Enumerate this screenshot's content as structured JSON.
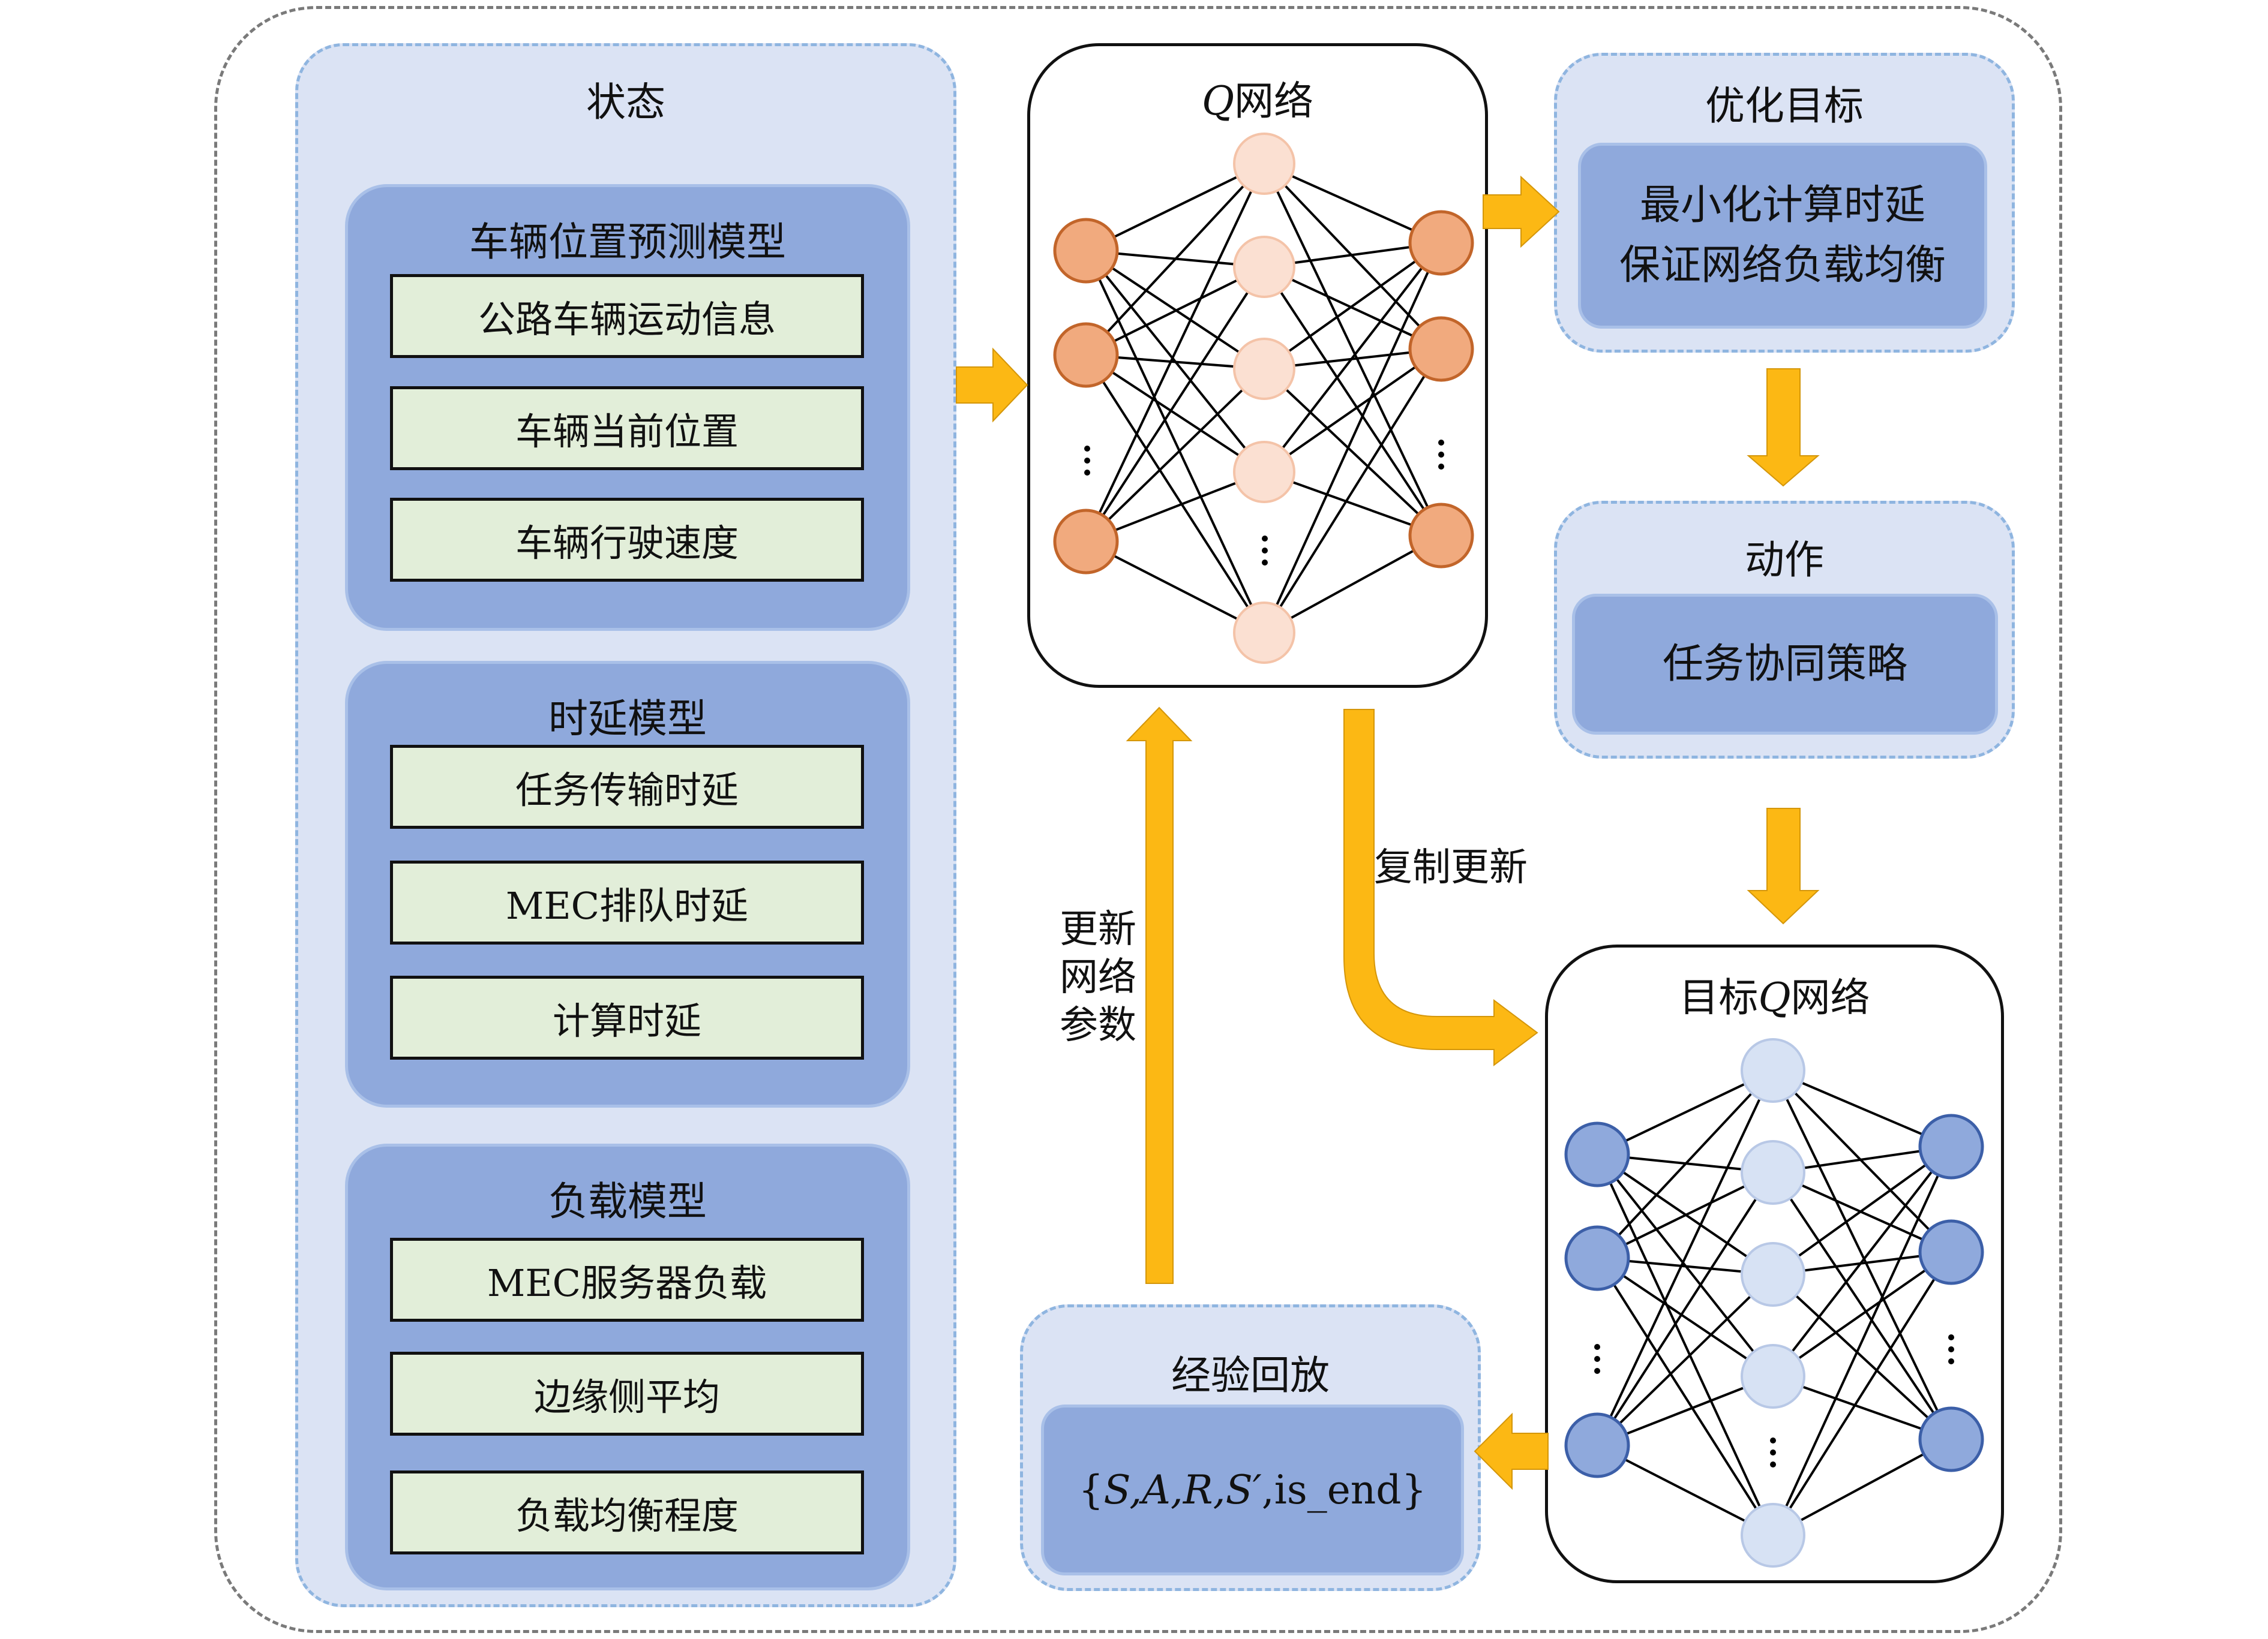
{
  "state_panel": {
    "title": "状态",
    "groups": [
      {
        "title": "车辆位置预测模型",
        "items": [
          "公路车辆运动信息",
          "车辆当前位置",
          "车辆行驶速度"
        ]
      },
      {
        "title": "时延模型",
        "items": [
          "任务传输时延",
          "MEC排队时延",
          "计算时延"
        ]
      },
      {
        "title": "负载模型",
        "items": [
          "MEC服务器负载",
          "边缘侧平均",
          "负载均衡程度"
        ]
      }
    ]
  },
  "q_network": {
    "title_italic": "Q",
    "title_rest": "网络"
  },
  "target_q_network": {
    "title_prefix": "目标",
    "title_italic": "Q",
    "title_rest": "网络"
  },
  "optimization": {
    "title": "优化目标",
    "lines": [
      "最小化计算时延",
      "保证网络负载均衡"
    ]
  },
  "action": {
    "title": "动作",
    "text": "任务协同策略"
  },
  "replay": {
    "title": "经验回放",
    "tuple_open": "{",
    "tuple_vars": "S,A,R,S′",
    "tuple_rest": ",is_end",
    "tuple_close": "}"
  },
  "labels": {
    "copy_update": "复制更新",
    "update_params": [
      "更新",
      "网络",
      "参数"
    ]
  },
  "colors": {
    "arrow": "#fcb814",
    "q_node_outer": "#f1aa7e",
    "q_node_hidden": "#fbe0d2",
    "target_node_outer": "#8fa9dc",
    "target_node_hidden": "#d7e2f4"
  }
}
